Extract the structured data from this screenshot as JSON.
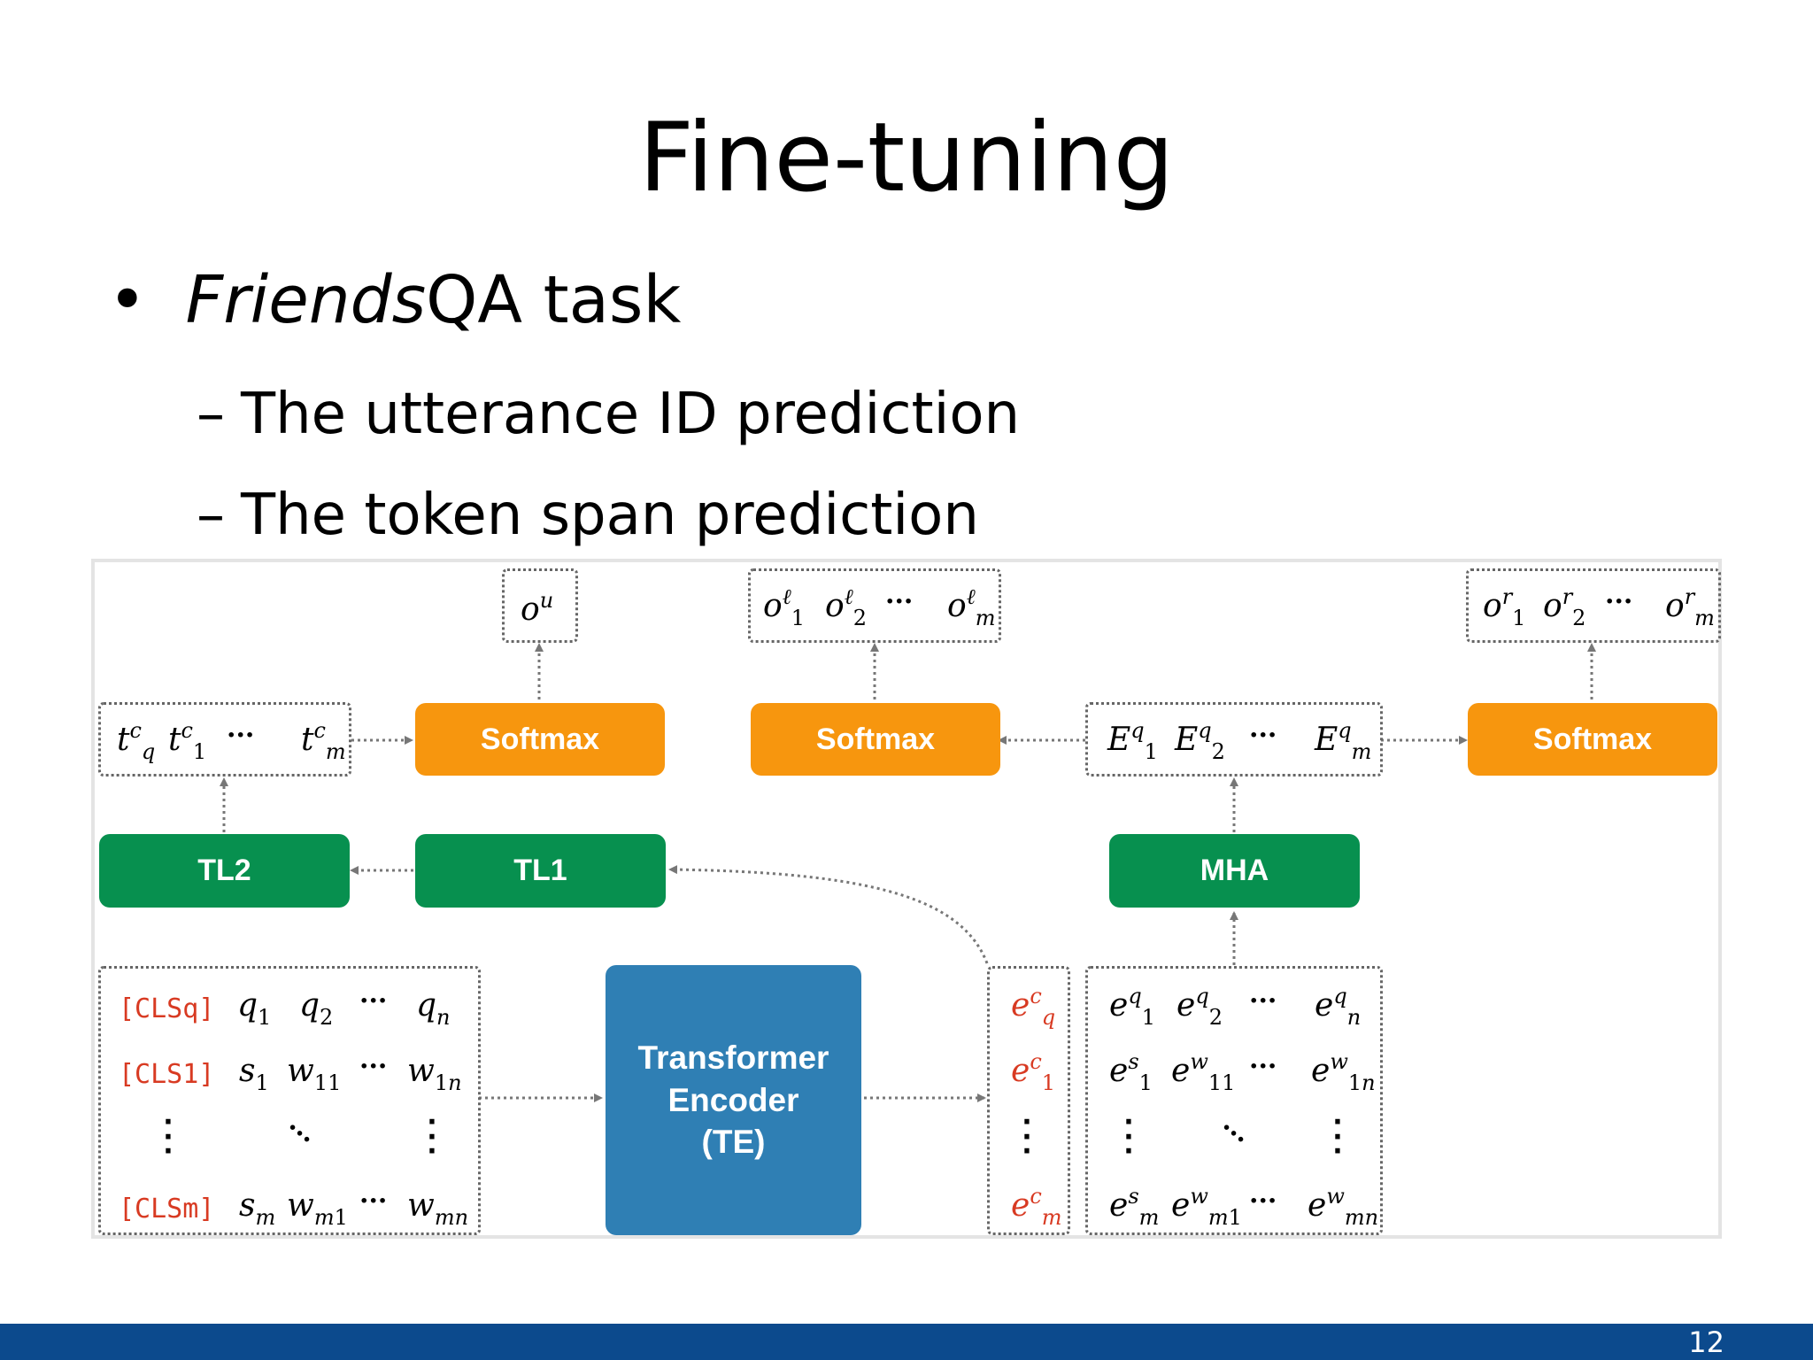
{
  "slide": {
    "title": "Fine-tuning",
    "bullet_italic": "Friends",
    "bullet_rest": "QA task",
    "subbullets": [
      "The utterance ID prediction",
      "The token span prediction"
    ],
    "page_number": "12"
  },
  "diagram": {
    "blocks": {
      "softmax_left": "Softmax",
      "softmax_mid": "Softmax",
      "softmax_right": "Softmax",
      "tl2": "TL2",
      "tl1": "TL1",
      "mha": "MHA",
      "te_line1": "Transformer",
      "te_line2": "Encoder",
      "te_line3": "(TE)"
    },
    "input_cls": [
      "[CLSq]",
      "[CLS1]",
      "[CLSm]"
    ]
  },
  "colors": {
    "softmax": "#f7960e",
    "tl_mha": "#07904f",
    "encoder": "#2f7fb4",
    "cls_token": "#d83a22",
    "footer": "#0c4a8d"
  }
}
